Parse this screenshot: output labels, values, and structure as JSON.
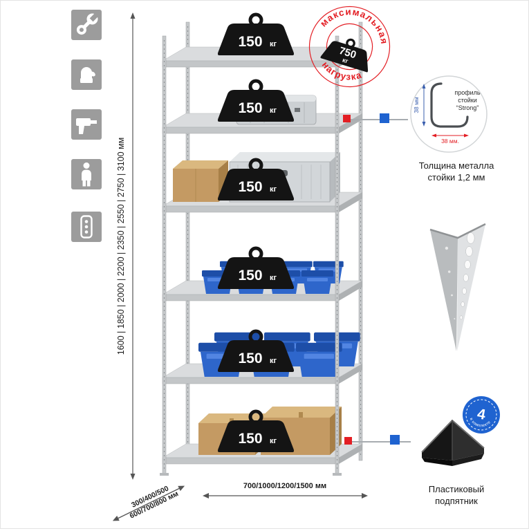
{
  "colors": {
    "accent_red": "#e31e24",
    "accent_blue": "#1f63d0",
    "icon_gray": "#9c9c9c",
    "bin_blue": "#2e66cb",
    "metal_gray": "#c6c9cb"
  },
  "left_icons": [
    {
      "name": "wrench"
    },
    {
      "name": "glove"
    },
    {
      "name": "drill"
    },
    {
      "name": "person"
    },
    {
      "name": "power-strip"
    }
  ],
  "dimensions": {
    "height": "1600 | 1850 | 2000 | 2200 | 2350 | 2550 | 2750 | 3100 мм",
    "width": "700/1000/1200/1500 мм",
    "depth_line1": "300/400/500",
    "depth_line2": "600/700/800 мм"
  },
  "shelves": [
    {
      "value": "150",
      "unit": "кг"
    },
    {
      "value": "150",
      "unit": "кг"
    },
    {
      "value": "150",
      "unit": "кг"
    },
    {
      "value": "150",
      "unit": "кг"
    },
    {
      "value": "150",
      "unit": "кг"
    },
    {
      "value": "150",
      "unit": "кг"
    }
  ],
  "stamp": {
    "arc_top": "максимальная",
    "arc_bottom": "нагрузка",
    "value": "750",
    "unit": "кг"
  },
  "profile_callout": {
    "label_line1": "профиль",
    "label_line2": "стойки",
    "label_line3": "“Strong”",
    "dim_vertical": "38 мм",
    "dim_horizontal": "38 мм.",
    "caption_line1": "Толщина металла",
    "caption_line2": "стойки 1,2 мм"
  },
  "foot_callout": {
    "badge_value": "4",
    "badge_text": "в комплекте",
    "caption_line1": "Пластиковый",
    "caption_line2": "подпятник"
  }
}
